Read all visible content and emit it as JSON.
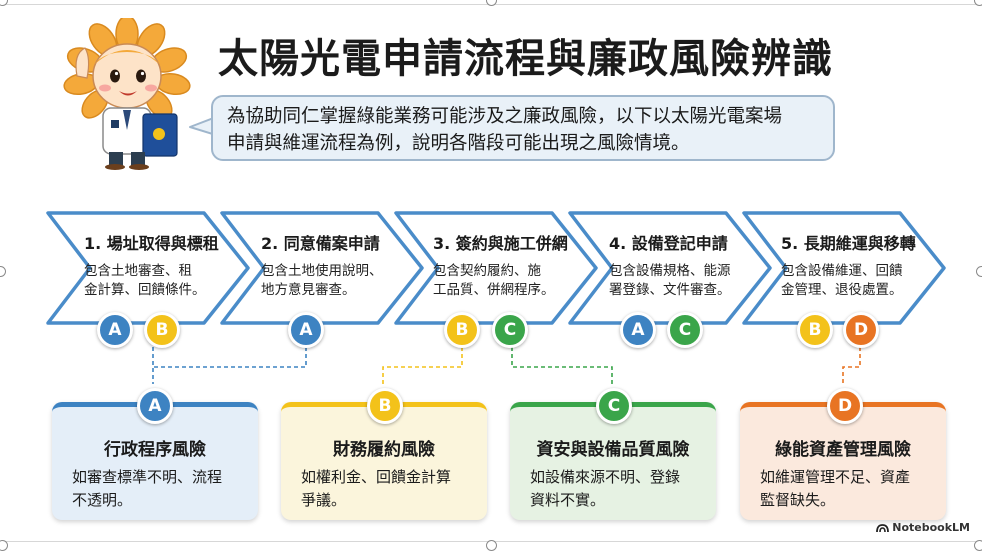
{
  "title": "太陽光電申請流程與廉政風險辨識",
  "intro": {
    "line1": "為協助同仁掌握綠能業務可能涉及之廉政風險，以下以太陽光電案場",
    "line2": "申請與維運流程為例，說明各階段可能出現之風險情境。"
  },
  "steps": [
    {
      "title": "1. 場址取得與標租",
      "desc1": "包含土地審查、租",
      "desc2": "金計算、回饋條件。",
      "risks": [
        "A",
        "B"
      ]
    },
    {
      "title": "2. 同意備案申請",
      "desc1": "包含土地使用說明、",
      "desc2": "地方意見審查。",
      "risks": [
        "A"
      ]
    },
    {
      "title": "3. 簽約與施工併網",
      "desc1": "包含契約履約、施",
      "desc2": "工品質、併網程序。",
      "risks": [
        "B",
        "C"
      ]
    },
    {
      "title": "4. 設備登記申請",
      "desc1": "包含設備規格、能源",
      "desc2": "署登錄、文件審查。",
      "risks": [
        "A",
        "C"
      ]
    },
    {
      "title": "5. 長期維運與移轉",
      "desc1": "包含設備維運、回饋",
      "desc2": "金管理、退役處置。",
      "risks": [
        "B",
        "D"
      ]
    }
  ],
  "risk_cards": [
    {
      "letter": "A",
      "title": "行政程序風險",
      "desc1": "如審查標準不明、流程",
      "desc2": "不透明。",
      "color": "#3d83c2"
    },
    {
      "letter": "B",
      "title": "財務履約風險",
      "desc1": "如權利金、回饋金計算",
      "desc2": "爭議。",
      "color": "#f3c21a"
    },
    {
      "letter": "C",
      "title": "資安與設備品質風險",
      "desc1": "如設備來源不明、登錄",
      "desc2": "資料不實。",
      "color": "#3aa54a"
    },
    {
      "letter": "D",
      "title": "綠能資產管理風險",
      "desc1": "如維運管理不足、資產",
      "desc2": "監督缺失。",
      "color": "#e87423"
    }
  ],
  "brand": "NotebookLM",
  "icons": [
    "sunflower-mascot-icon",
    "notebooklm-logo-icon"
  ]
}
